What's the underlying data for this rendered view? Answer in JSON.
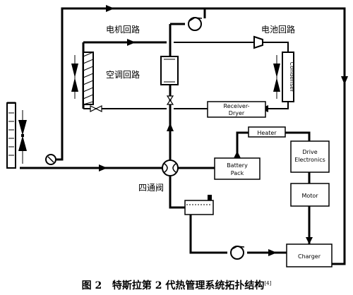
{
  "labels": {
    "motor_loop": "电机回路",
    "battery_loop": "电池回路",
    "ac_loop": "空调回路",
    "four_way_valve": "四通阀"
  },
  "components": {
    "condenser": "Condenser",
    "receiver_dryer_line1": "Receiver-",
    "receiver_dryer_line2": "Dryer",
    "heater": "Heater",
    "battery_pack_line1": "Battery",
    "battery_pack_line2": "Pack",
    "drive_electronics_line1": "Drive",
    "drive_electronics_line2": "Electronics",
    "motor": "Motor",
    "charger": "Charger"
  },
  "caption": {
    "figure_no": "图 2",
    "title": "特斯拉第 2 代热管理系统拓扑结构",
    "ref": "[4]"
  }
}
